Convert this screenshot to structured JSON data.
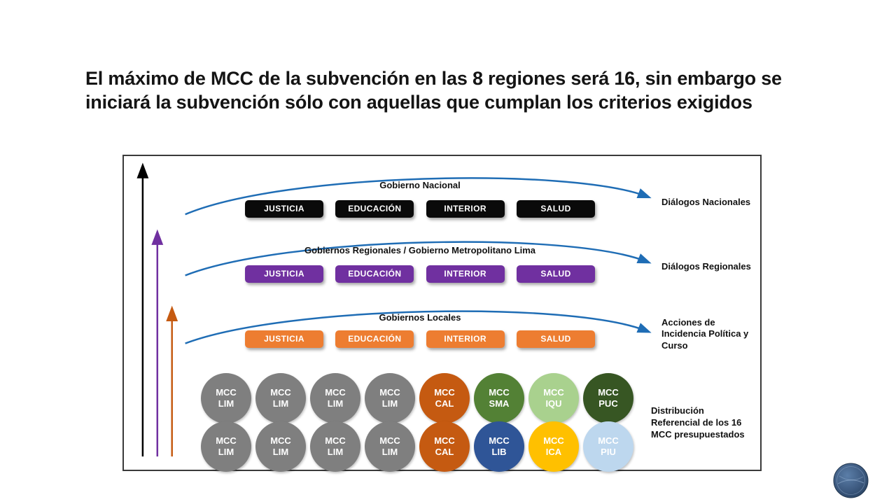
{
  "slide": {
    "title": "El máximo de MCC de la subvención en las 8 regiones será 16, sin embargo se iniciará la subvención sólo con aquellas que cumplan los criterios exigidos"
  },
  "diagram": {
    "arc_color": "#1f6db5",
    "levels": [
      {
        "title": "Gobierno Nacional",
        "side_label": "Diálogos Nacionales",
        "box_color": "#0a0a0a",
        "arrow_color": "#000000",
        "boxes": [
          "JUSTICIA",
          "EDUCACIÓN",
          "INTERIOR",
          "SALUD"
        ]
      },
      {
        "title": "Gobiernos Regionales / Gobierno Metropolitano Lima",
        "side_label": "Diálogos Regionales",
        "box_color": "#7030a0",
        "arrow_color": "#7030a0",
        "boxes": [
          "JUSTICIA",
          "EDUCACIÓN",
          "INTERIOR",
          "SALUD"
        ]
      },
      {
        "title": "Gobiernos Locales",
        "side_label": "Acciones de\nIncidencia Política  y\nCurso",
        "box_color": "#ed7d31",
        "arrow_color": "#c55a11",
        "boxes": [
          "JUSTICIA",
          "EDUCACIÓN",
          "INTERIOR",
          "SALUD"
        ]
      }
    ],
    "mcc_rows": [
      [
        {
          "label": "MCC",
          "code": "LIM",
          "color": "#7f7f7f",
          "text_color": "#ffffff"
        },
        {
          "label": "MCC",
          "code": "LIM",
          "color": "#7f7f7f",
          "text_color": "#ffffff"
        },
        {
          "label": "MCC",
          "code": "LIM",
          "color": "#7f7f7f",
          "text_color": "#ffffff"
        },
        {
          "label": "MCC",
          "code": "LIM",
          "color": "#7f7f7f",
          "text_color": "#ffffff"
        },
        {
          "label": "MCC",
          "code": "CAL",
          "color": "#c55a11",
          "text_color": "#ffffff"
        },
        {
          "label": "MCC",
          "code": "SMA",
          "color": "#538135",
          "text_color": "#ffffff"
        },
        {
          "label": "MCC",
          "code": "IQU",
          "color": "#a9d18e",
          "text_color": "#ffffff"
        },
        {
          "label": "MCC",
          "code": "PUC",
          "color": "#375623",
          "text_color": "#ffffff"
        }
      ],
      [
        {
          "label": "MCC",
          "code": "LIM",
          "color": "#7f7f7f",
          "text_color": "#ffffff"
        },
        {
          "label": "MCC",
          "code": "LIM",
          "color": "#7f7f7f",
          "text_color": "#ffffff"
        },
        {
          "label": "MCC",
          "code": "LIM",
          "color": "#7f7f7f",
          "text_color": "#ffffff"
        },
        {
          "label": "MCC",
          "code": "LIM",
          "color": "#7f7f7f",
          "text_color": "#ffffff"
        },
        {
          "label": "MCC",
          "code": "CAL",
          "color": "#c55a11",
          "text_color": "#ffffff"
        },
        {
          "label": "MCC",
          "code": "LIB",
          "color": "#2f5597",
          "text_color": "#ffffff"
        },
        {
          "label": "MCC",
          "code": "ICA",
          "color": "#ffc000",
          "text_color": "#ffffff"
        },
        {
          "label": "MCC",
          "code": "PIU",
          "color": "#bdd7ee",
          "text_color": "#ffffff"
        }
      ]
    ],
    "distribution_label": "Distribución\nReferencial de los 16\nMCC presupuestados"
  }
}
